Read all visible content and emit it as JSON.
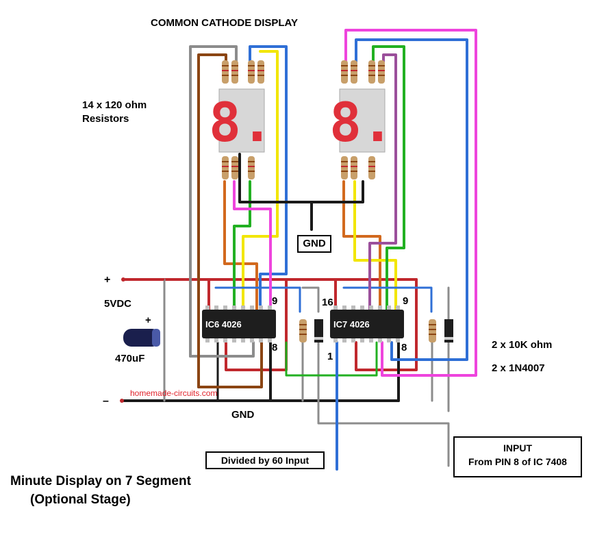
{
  "title": "COMMON CATHODE DISPLAY",
  "resistor_label": [
    "14 x 120 ohm",
    "Resistors"
  ],
  "supply": {
    "plus": "+",
    "voltage": "5VDC",
    "cap_plus": "+",
    "capacitor": "470uF",
    "minus": "–"
  },
  "gnd_box": "GND",
  "gnd_rail": "GND",
  "ic6": {
    "name": "IC6 4026",
    "pin9": "9",
    "pin8": "8"
  },
  "ic7": {
    "name": "IC7 4026",
    "pin16": "16",
    "pin1": "1",
    "pin9": "9",
    "pin8": "8"
  },
  "parts": [
    "2 x 10K ohm",
    "2 x 1N4007"
  ],
  "watermark": "homemade-circuits.com",
  "divided_input": "Divided by 60 Input",
  "input_box": {
    "line1": "INPUT",
    "line2": "From PIN 8 of IC 7408"
  },
  "caption": [
    "Minute Display on 7 Segment",
    "(Optional Stage)"
  ],
  "display_digits": [
    "8.",
    "8."
  ],
  "colors": {
    "red_wire": "#c0282d",
    "black_wire": "#1a1a1a",
    "gray_wire": "#8c8c8c",
    "brown_wire": "#8b4513",
    "orange_wire": "#d2691e",
    "yellow_wire": "#f2e600",
    "green_wire": "#22b022",
    "blue_wire": "#2f6fd6",
    "magenta_wire": "#ee44dd",
    "purple_wire": "#9b4f9b",
    "segment_red": "#e0303a",
    "display_body": "#d7d7d7",
    "ic_body": "#1e1e1e",
    "watermark": "#e0222a"
  }
}
